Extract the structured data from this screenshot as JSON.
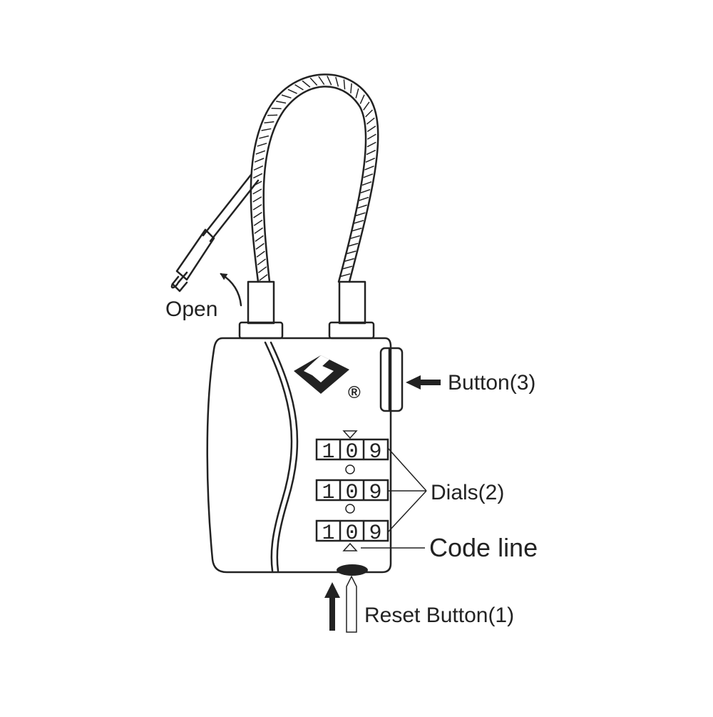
{
  "labels": {
    "open": "Open",
    "button3": "Button(3)",
    "dials": "Dials(2)",
    "code_line": "Code line",
    "reset": "Reset Button(1)"
  },
  "dials": [
    {
      "digits": [
        "1",
        "0",
        "9"
      ]
    },
    {
      "digits": [
        "1",
        "0",
        "9"
      ]
    },
    {
      "digits": [
        "1",
        "0",
        "9"
      ]
    }
  ],
  "logo": {
    "icon": "tsa-diamond-logo-icon",
    "registered_mark": "®"
  },
  "colors": {
    "stroke": "#222222",
    "background": "#ffffff"
  }
}
